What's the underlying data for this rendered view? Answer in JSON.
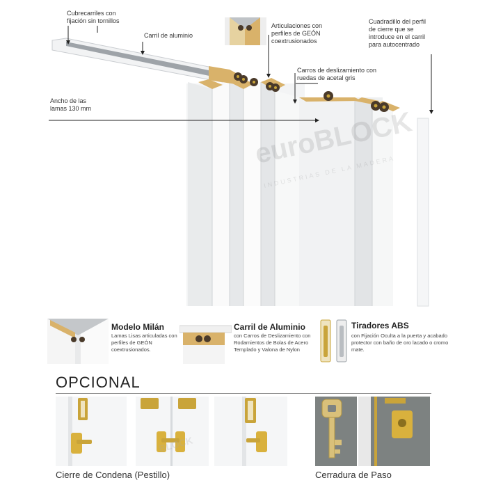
{
  "callouts": {
    "cubrecarriles": "Cubrecarriles con fijación sin tornillos",
    "carril": "Carril de aluminio",
    "articulaciones": "Articulaciones con perfiles de GEÓN coextrusionados",
    "cuadradillo": "Cuadradillo del perfil de cierre que se introduce en el carril para autocentrado",
    "carros": "Carros de deslizamiento con ruedas de acetal gris",
    "ancho": "Ancho de las lamas 130 mm"
  },
  "watermark": {
    "brand": "euroBLOCK",
    "tagline": "INDUSTRIAS DE LA MADERA"
  },
  "features": [
    {
      "title": "Modelo Milán",
      "desc": "Lamas Lisas articuladas con perfiles de GEÓN coextrusionados."
    },
    {
      "title": "Carril de Aluminio",
      "desc": "con Carros de Deslizamiento con Rodamientos de Bolas de Acero Templado y Valona de Nylon"
    },
    {
      "title": "Tiradores ABS",
      "desc": "con Fijación Oculta a la puerta y acabado protector con baño de oro lacado o cromo mate."
    }
  ],
  "optional": {
    "heading": "OPCIONAL",
    "caption_left": "Cierre de Condena (Pestillo)",
    "caption_right": "Cerradura de Paso"
  },
  "colors": {
    "panel": "#f4f5f6",
    "gold": "#c9a43a",
    "wood": "#d9b26a",
    "wheel": "#4a3a2a",
    "rail": "#9aa0a6",
    "grey_door": "#7d8281"
  }
}
